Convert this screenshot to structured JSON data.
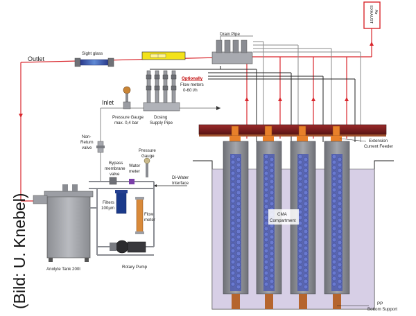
{
  "labels": {
    "exhaust_air_line1": "EXHAUST",
    "exhaust_air_line2": "Air",
    "drain_pipe": "Drain Pipe",
    "outlet": "Outlet",
    "sight_glass": "Sight glass",
    "optionally": "Optionally",
    "flow_meters_line1": "Flow meters",
    "flow_meters_line2": "0-60 l/h",
    "inlet": "Inlet",
    "pressure_gauge_max_line1": "Pressure Gauge",
    "pressure_gauge_max_line2": "max. 0,4 bar",
    "dosing_supply_pipe_line1": "Dosing",
    "dosing_supply_pipe_line2": "Supply Pipe",
    "non_return_valve_line1": "Non-",
    "non_return_valve_line2": "Return",
    "non_return_valve_line3": "valve",
    "extension_current_feeder_line1": "Extension",
    "extension_current_feeder_line2": "Current Feeder",
    "bypass_membrane_valve_line1": "Bypass",
    "bypass_membrane_valve_line2": "membrane",
    "bypass_membrane_valve_line3": "valve",
    "pressure_gauge_line1": "Pressure",
    "pressure_gauge_line2": "Gauge",
    "water_meter_line1": "Water",
    "water_meter_line2": "meter",
    "di_water_interface_line1": "Di-Water",
    "di_water_interface_line2": "Interface",
    "filters_line1": "Filters",
    "filters_line2": "100µm",
    "flow_meter_line1": "Flow",
    "flow_meter_line2": "meter",
    "cma_compartment_line1": "CMA",
    "cma_compartment_line2": "Compartment",
    "anolyte_tank": "Anolyte Tank 200l",
    "rotary_pump": "Rotary Pump",
    "pp_bottom_support_line1": "PP",
    "pp_bottom_support_line2": "Bottom Support",
    "photo_credit": "(Bild: U. Knebel)"
  },
  "colors": {
    "red_line": "#d9262c",
    "gray_line": "#8a8a8a",
    "black_line": "#222222",
    "tank_fill": "#d7cfe6",
    "cell_body": "#8e9096",
    "anode_blue": "#5566b8",
    "copper": "#b5652e",
    "rail": "#7a1f1f",
    "flange_orange": "#e8802a",
    "rail_bottom": "#a0522d"
  }
}
